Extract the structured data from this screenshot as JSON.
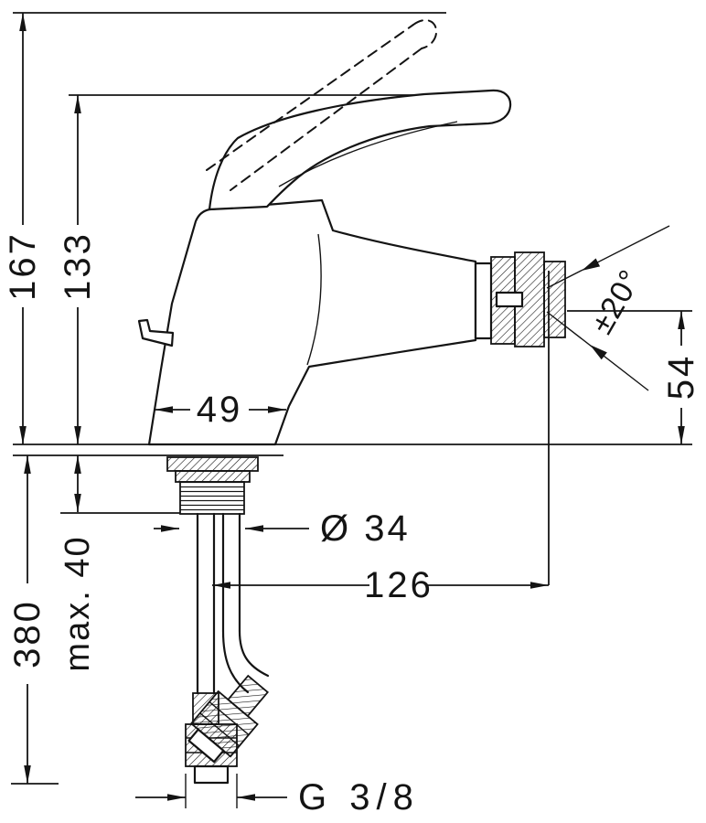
{
  "drawing": {
    "type": "technical dimension drawing",
    "subject": "single-lever bidet mixer with flexible supply hoses",
    "units": "mm",
    "line_color": "#141414",
    "background_color": "#ffffff",
    "dimensions": {
      "total_height": "167",
      "height_to_handle": "133",
      "body_base_width": "49",
      "spout_outlet_height": "54",
      "spout_reach": "126",
      "shank_diameter": "Ø 34",
      "max_mounting_thickness": "max. 40",
      "hose_length_below_deck": "380",
      "outlet_swivel_angle": "±20°",
      "connection_thread": "G 3/8"
    }
  }
}
